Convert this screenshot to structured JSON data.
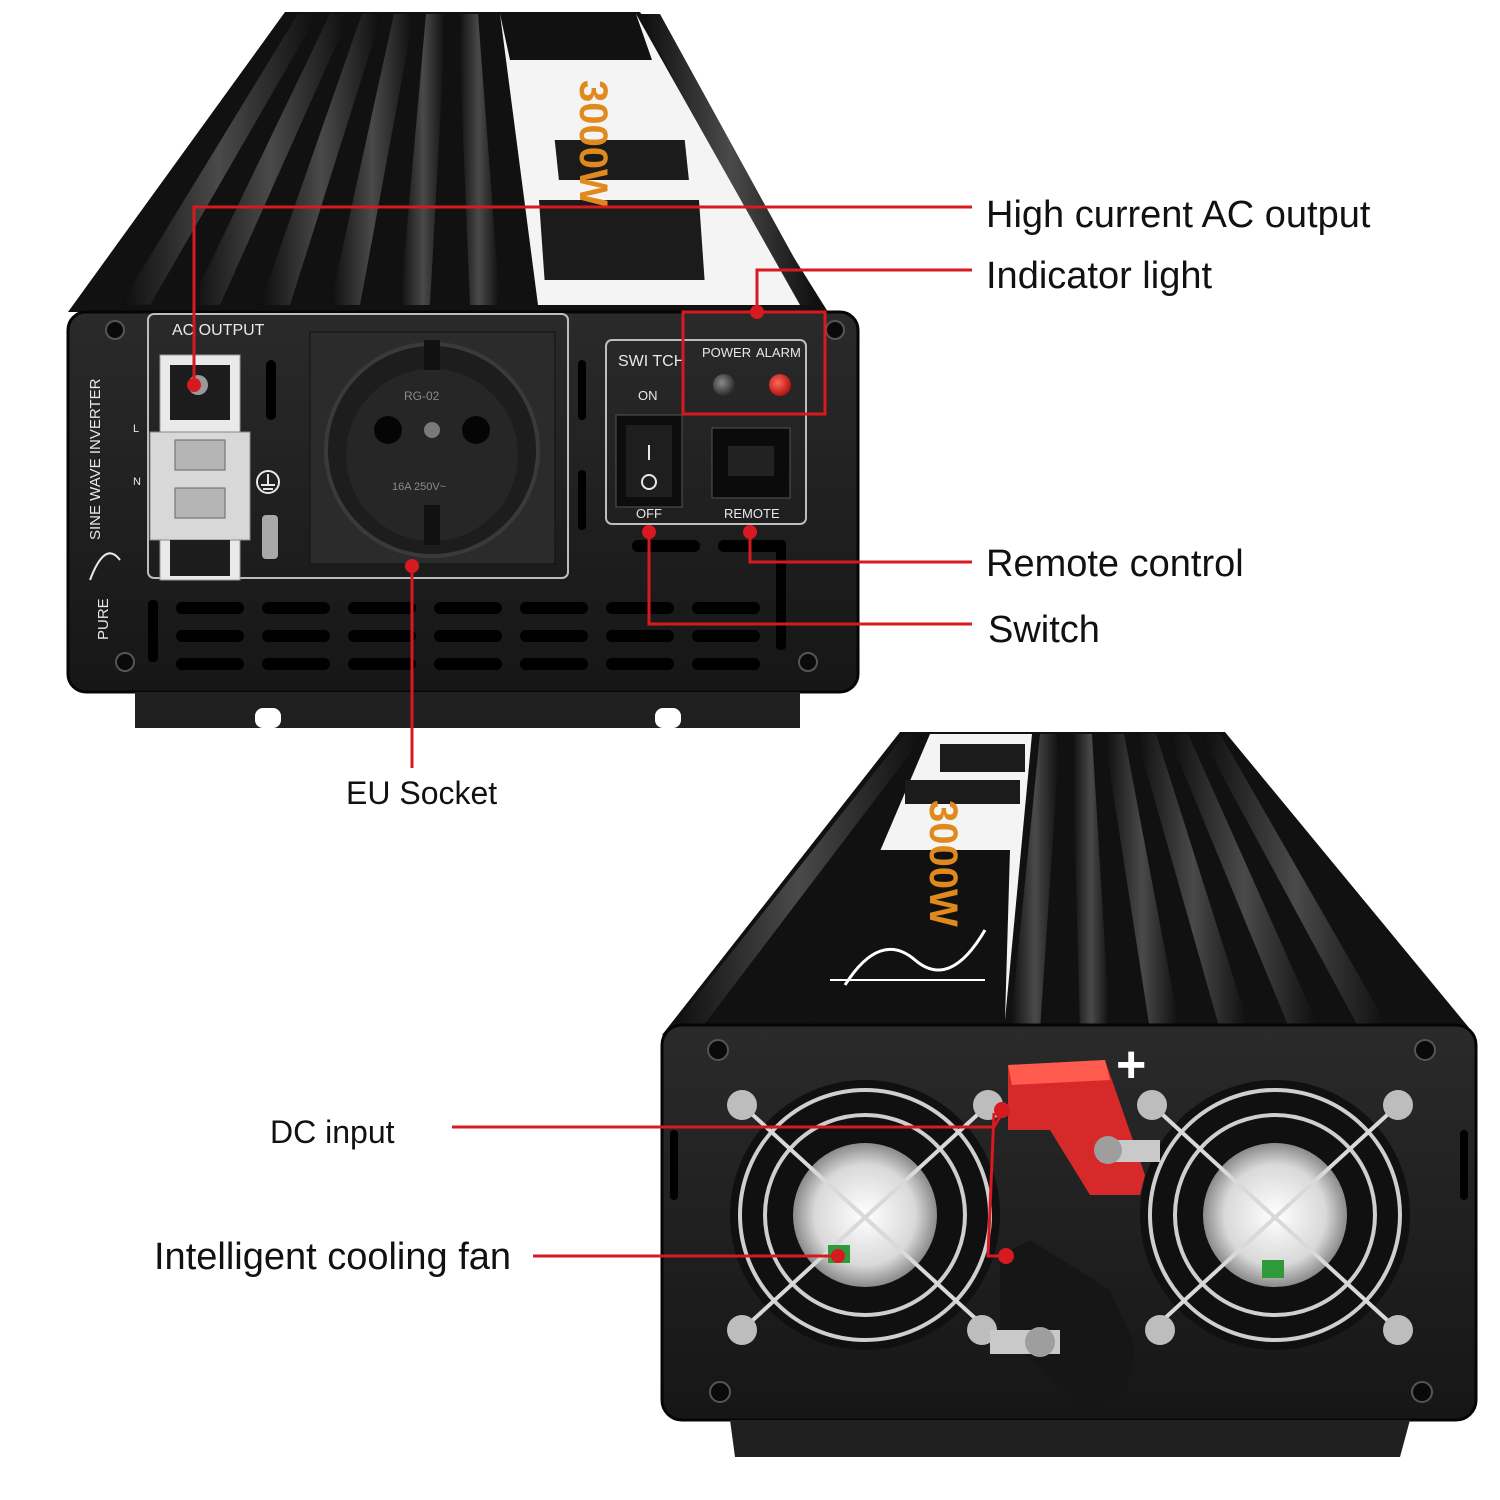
{
  "colors": {
    "accent": "#d71920",
    "body": "#1a1a1a",
    "label_panel": "#f2f2f2",
    "rating_text": "#e08a1e"
  },
  "callouts": {
    "high_current_ac_output": "High current AC output",
    "indicator_light": "Indicator light",
    "remote_control": "Remote control",
    "switch": "Switch",
    "eu_socket": "EU Socket",
    "dc_input": "DC input",
    "intelligent_cooling_fan": "Intelligent cooling fan"
  },
  "panel_labels": {
    "ac_output": "AC OUTPUT",
    "switch": "SWI TCH",
    "on": "ON",
    "off": "OFF",
    "power": "POWER",
    "alarm": "ALARM",
    "remote": "REMOTE",
    "terminal_l": "L",
    "terminal_n": "N",
    "side_text_top": "SINE WAVE INVERTER",
    "side_text_bottom": "PURE",
    "socket_model": "RG-02",
    "socket_rating": "16A 250V~",
    "rating_top": "3000W",
    "rating_bottom": "3000W",
    "plus_sign": "+"
  },
  "icons": [
    "ground-icon",
    "sine-wave-icon",
    "fan-grill-icon",
    "screw-icon",
    "indicator-led-icon",
    "rj45-port-icon",
    "rocker-switch-icon"
  ]
}
